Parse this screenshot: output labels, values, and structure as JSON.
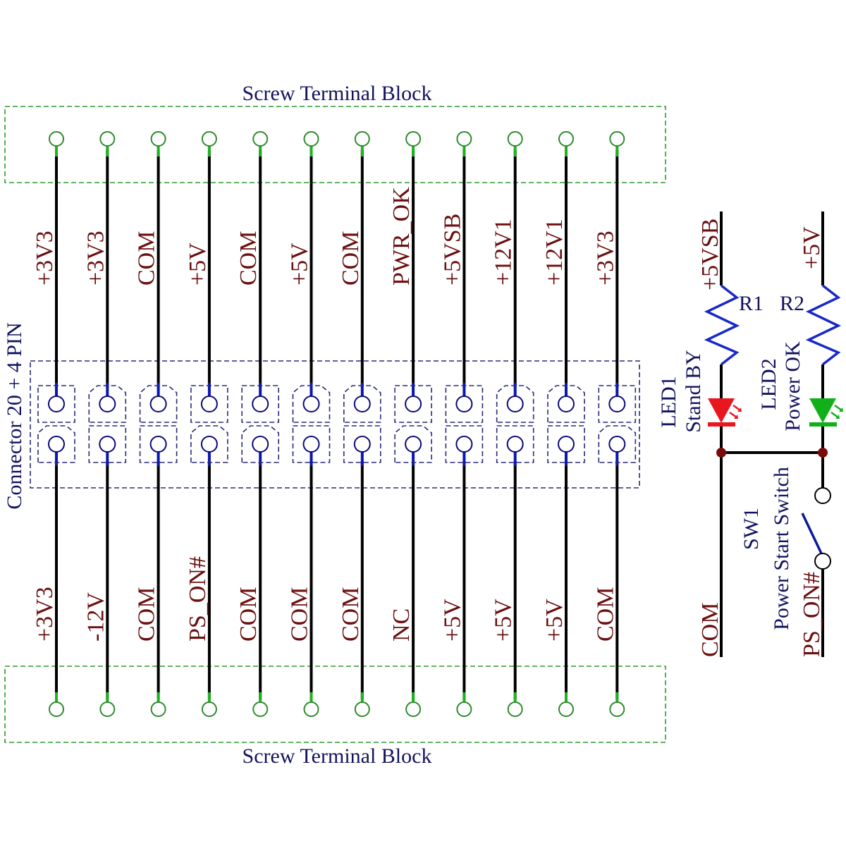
{
  "diagram": {
    "top_block_label": "Screw Terminal  Block",
    "bottom_block_label": "Screw Terminal  Block",
    "connector_label": "Connector 20 + 4 PIN",
    "top_row_pins": [
      {
        "net": "+3V3",
        "pad": "square"
      },
      {
        "net": "+3V3",
        "pad": "chamfered"
      },
      {
        "net": "COM",
        "pad": "chamfered"
      },
      {
        "net": "+5V",
        "pad": "square"
      },
      {
        "net": "COM",
        "pad": "square"
      },
      {
        "net": "+5V",
        "pad": "chamfered"
      },
      {
        "net": "COM",
        "pad": "chamfered"
      },
      {
        "net": "PWR_OK",
        "pad": "square"
      },
      {
        "net": "+5VSB",
        "pad": "square"
      },
      {
        "net": "+12V1",
        "pad": "chamfered"
      },
      {
        "net": "+12V1",
        "pad": "chamfered"
      },
      {
        "net": "+3V3",
        "pad": "square"
      }
    ],
    "bottom_row_pins": [
      {
        "net": "+3V3",
        "pad": "chamfered"
      },
      {
        "net": "-12V",
        "pad": "square"
      },
      {
        "net": "COM",
        "pad": "square"
      },
      {
        "net": "PS_ON#",
        "pad": "chamfered"
      },
      {
        "net": "COM",
        "pad": "chamfered"
      },
      {
        "net": "COM",
        "pad": "square"
      },
      {
        "net": "COM",
        "pad": "square"
      },
      {
        "net": "NC",
        "pad": "chamfered"
      },
      {
        "net": "+5V",
        "pad": "square"
      },
      {
        "net": "+5V",
        "pad": "square"
      },
      {
        "net": "+5V",
        "pad": "square"
      },
      {
        "net": "COM",
        "pad": "chamfered"
      }
    ],
    "indicator_circuit": {
      "led1": {
        "ref": "LED1",
        "desc": "Stand BY",
        "supply": "+5VSB",
        "resistor": "R1",
        "color": "#e8161e"
      },
      "led2": {
        "ref": "LED2",
        "desc": "Power OK",
        "supply": "+5V",
        "resistor": "R2",
        "color": "#11b01a"
      },
      "switch": {
        "ref": "SW1",
        "desc": "Power Start Switch"
      },
      "ground_net": "COM",
      "switch_net": "PS_ON#"
    },
    "colors": {
      "net_label": "#6b0f0f",
      "component_label": "#12125e",
      "terminal": "#2e8b2e",
      "resistor": "#1828c8",
      "junction": "#7a0a0a"
    }
  }
}
